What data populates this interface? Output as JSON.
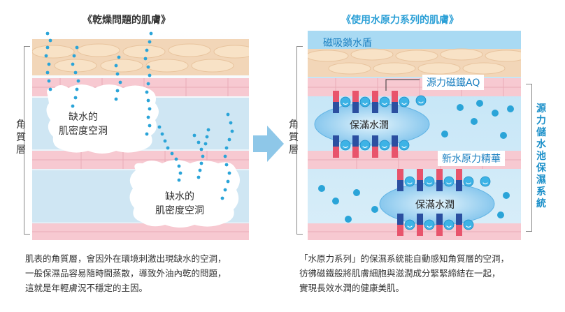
{
  "left_panel": {
    "title": "《乾燥問題的肌膚》",
    "side_label": "角\n質\n層",
    "void_labels": [
      {
        "line1": "缺水的",
        "line2": "肌密度空洞"
      },
      {
        "line1": "缺水的",
        "line2": "肌密度空洞"
      }
    ],
    "description": [
      "肌表的角質層，會因外在環境刺激出現缺水的空洞，",
      "一般保濕品容易隨時間蒸散，導致外油內乾的問題，",
      "這就是年輕膚況不穩定的主因。"
    ]
  },
  "right_panel": {
    "title": "《使用水原力系列的肌膚》",
    "side_label": "角\n質\n層",
    "top_label": "磁吸鎖水盾",
    "tag_magnet": "源力磁鐵AQ",
    "tag_essence": "新水原力精華",
    "oval_labels": [
      "保滿水潤",
      "保滿水潤"
    ],
    "right_side_label": "源\n力\n儲\n水\n池\n保\n濕\n系\n統",
    "description": [
      "「水原力系列」的保濕系統能自動感知角質層的空洞，",
      "彷彿磁鐵般將肌膚細胞與滋潤成分緊緊締結在一起，",
      "實現長效水潤的健康美肌。"
    ]
  },
  "colors": {
    "skin_cell": "#f6d9b8",
    "red_layer": "#f5c3cc",
    "blue_layer": "#cfe6f3",
    "dot": "#2aa4d8",
    "accent": "#2a9fd6"
  }
}
